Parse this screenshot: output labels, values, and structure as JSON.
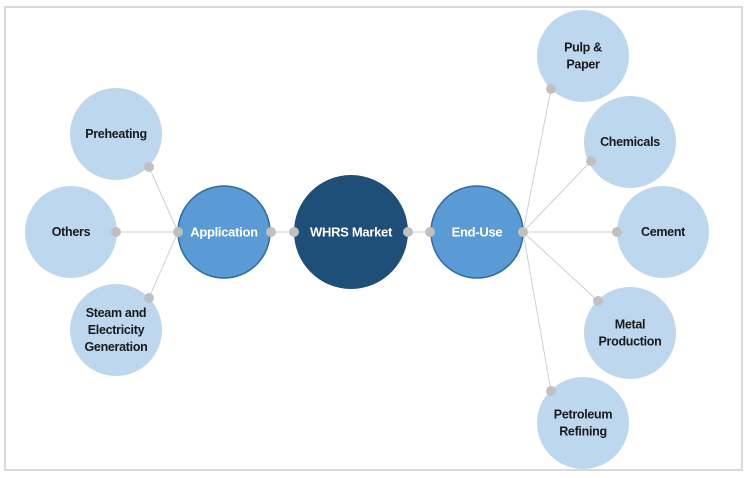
{
  "colors": {
    "root": "#1f4e79",
    "branch": "#5b9bd5",
    "branch_stroke": "#2e6aa8",
    "leaf": "#bdd7ee",
    "connector": "#c0c0c0",
    "line": "#d0d0d0",
    "root_text": "#ffffff",
    "branch_text": "#ffffff",
    "leaf_text": "#1a1a1a"
  },
  "root": {
    "label": "WHRS Market"
  },
  "branches": [
    {
      "id": "application",
      "label": "Application",
      "children": [
        {
          "id": "preheating",
          "lines": [
            "Preheating"
          ]
        },
        {
          "id": "others",
          "lines": [
            "Others"
          ]
        },
        {
          "id": "steam",
          "lines": [
            "Steam and",
            "Electricity",
            "Generation"
          ]
        }
      ]
    },
    {
      "id": "end-use",
      "label": "End-Use",
      "children": [
        {
          "id": "pulp",
          "lines": [
            "Pulp &",
            "Paper"
          ]
        },
        {
          "id": "chemicals",
          "lines": [
            "Chemicals"
          ]
        },
        {
          "id": "cement",
          "lines": [
            "Cement"
          ]
        },
        {
          "id": "metal",
          "lines": [
            "Metal",
            "Production"
          ]
        },
        {
          "id": "petroleum",
          "lines": [
            "Petroleum",
            "Refining"
          ]
        }
      ]
    }
  ]
}
